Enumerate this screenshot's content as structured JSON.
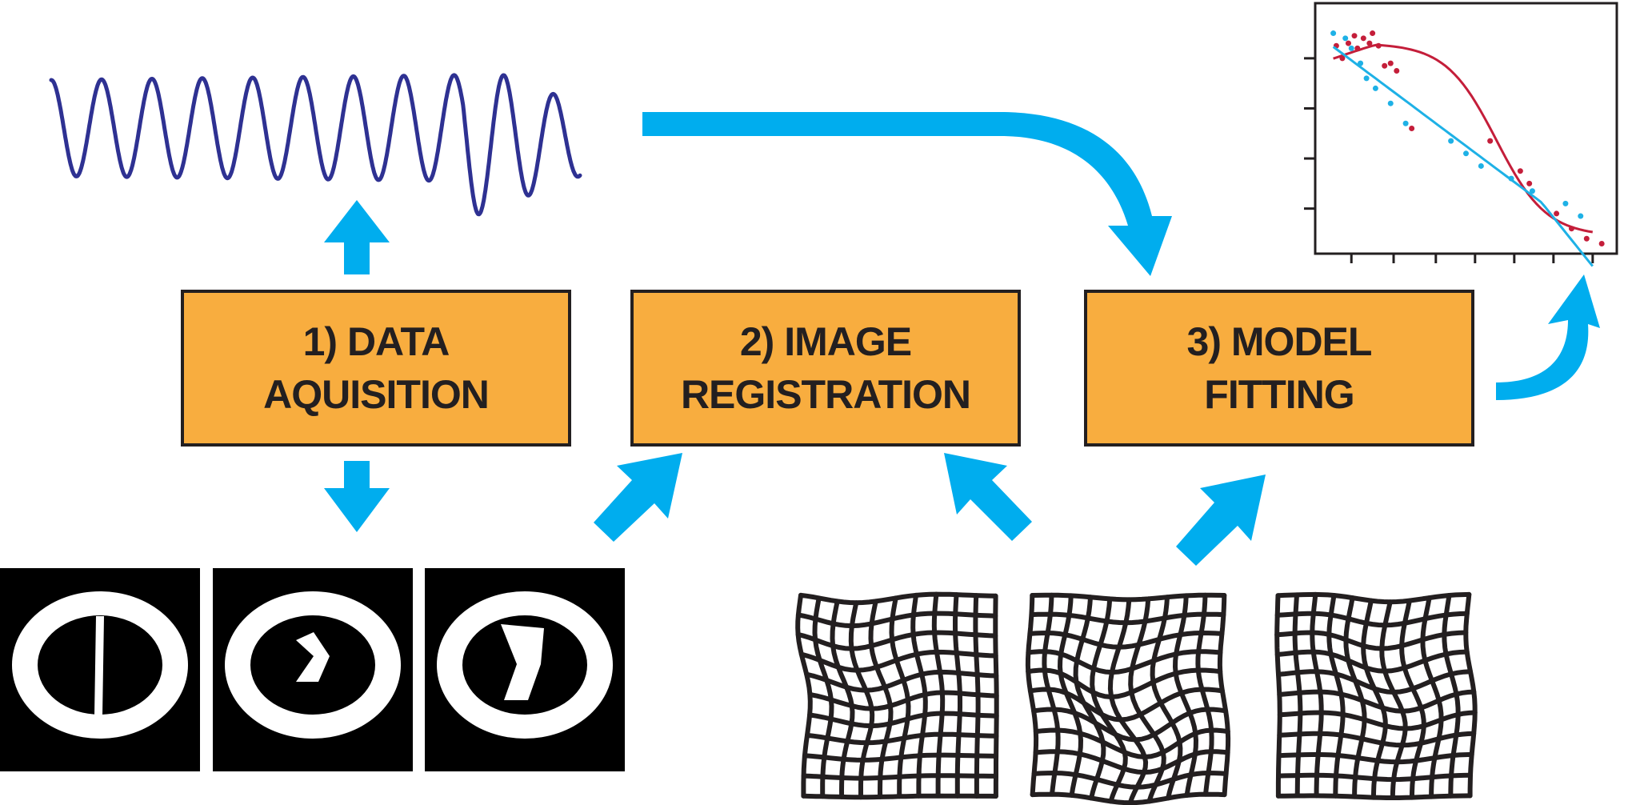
{
  "colors": {
    "arrow": "#00adee",
    "box_fill": "#f8ad3f",
    "box_border": "#231f20",
    "signal": "#2e3192",
    "series_red": "#c41e3a",
    "series_blue": "#1eb1e6",
    "grid_lines": "#231f20"
  },
  "steps": [
    {
      "line1": "1) DATA",
      "line2": "AQUISITION"
    },
    {
      "line1": "2) IMAGE",
      "line2": "REGISTRATION"
    },
    {
      "line1": "3) MODEL",
      "line2": "FITTING"
    }
  ],
  "icons": {
    "signal": "waveform-signal-icon",
    "mri_slices": "mri-slice-icon",
    "deformation_grid": "deformation-grid-icon",
    "plot": "fitted-curve-plot-icon",
    "arrow": "arrow-icon"
  },
  "chart_data": {
    "type": "scatter",
    "title": "",
    "xlabel": "",
    "ylabel": "",
    "grid": false,
    "series": [
      {
        "color": "#c41e3a",
        "points": [
          [
            0.07,
            0.83
          ],
          [
            0.09,
            0.78
          ],
          [
            0.11,
            0.84
          ],
          [
            0.13,
            0.87
          ],
          [
            0.14,
            0.82
          ],
          [
            0.16,
            0.86
          ],
          [
            0.18,
            0.84
          ],
          [
            0.19,
            0.88
          ],
          [
            0.21,
            0.83
          ],
          [
            0.23,
            0.75
          ],
          [
            0.25,
            0.76
          ],
          [
            0.27,
            0.73
          ],
          [
            0.32,
            0.5
          ],
          [
            0.58,
            0.45
          ],
          [
            0.68,
            0.33
          ],
          [
            0.71,
            0.28
          ],
          [
            0.8,
            0.16
          ],
          [
            0.85,
            0.1
          ],
          [
            0.9,
            0.06
          ],
          [
            0.95,
            0.04
          ]
        ],
        "fit": "sigmoid-decay"
      },
      {
        "color": "#1eb1e6",
        "points": [
          [
            0.06,
            0.88
          ],
          [
            0.1,
            0.86
          ],
          [
            0.12,
            0.82
          ],
          [
            0.15,
            0.76
          ],
          [
            0.17,
            0.7
          ],
          [
            0.2,
            0.66
          ],
          [
            0.25,
            0.6
          ],
          [
            0.3,
            0.52
          ],
          [
            0.45,
            0.45
          ],
          [
            0.5,
            0.4
          ],
          [
            0.55,
            0.35
          ],
          [
            0.65,
            0.3
          ],
          [
            0.72,
            0.25
          ],
          [
            0.83,
            0.2
          ],
          [
            0.88,
            0.15
          ]
        ],
        "fit": "linear-decay"
      }
    ]
  }
}
